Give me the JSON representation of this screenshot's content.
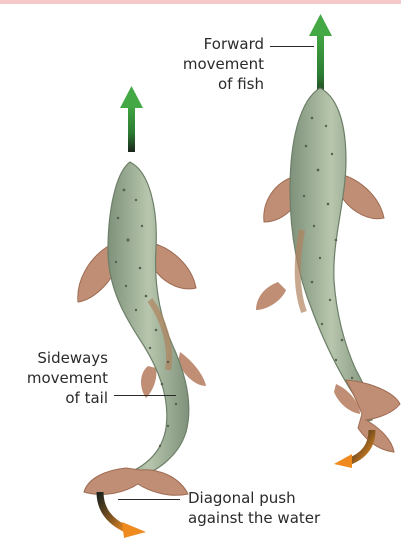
{
  "labels": {
    "forward_movement": "Forward\nmovement\nof fish",
    "sideways_movement": "Sideways\nmovement\nof tail",
    "diagonal_push": "Diagonal push\nagainst the water"
  },
  "colors": {
    "fish_body": "#9fb197",
    "fish_belly": "#c3d0bb",
    "fish_outline": "#6d7f68",
    "fin": "#c08e75",
    "fin_dark": "#9e6b53",
    "spots": "#56614f",
    "arrow_green": "#3c9a3f",
    "arrow_dark": "#1f2a20",
    "arrow_orange": "#ef8a1f",
    "label_text": "#2a2a2a",
    "top_rule": "#f3c9c9"
  },
  "icons": {
    "forward_arrow": "up-arrow-icon",
    "push_arrow": "curved-down-arrow-icon"
  }
}
